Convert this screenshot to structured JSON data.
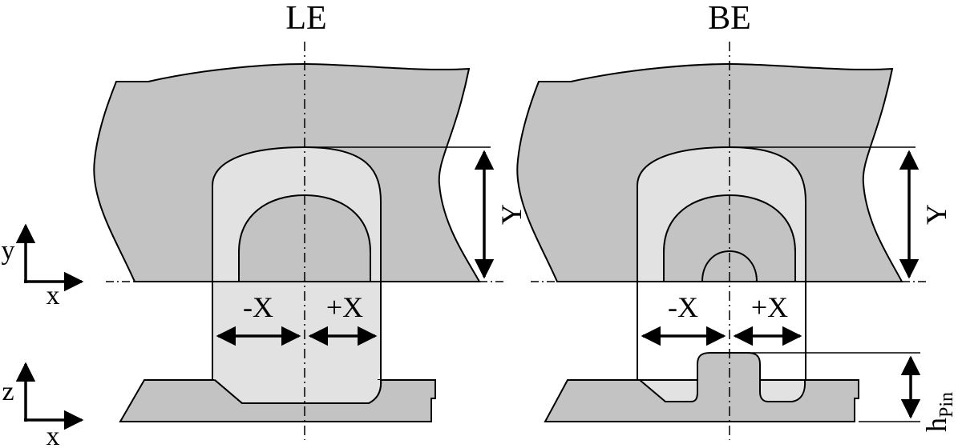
{
  "panels": {
    "left": {
      "title": "LE",
      "x_minus": "-X",
      "x_plus": "+X",
      "y_label": "Y"
    },
    "right": {
      "title": "BE",
      "x_minus": "-X",
      "x_plus": "+X",
      "y_label": "Y",
      "h_label_main": "h",
      "h_label_sub": "Pin"
    }
  },
  "axes": {
    "top": {
      "vertical": "y",
      "horizontal": "x"
    },
    "bottom": {
      "vertical": "z",
      "horizontal": "x"
    }
  },
  "colors": {
    "body_fill": "#c3c3c3",
    "zone_fill": "#e2e2e2",
    "line": "#000000",
    "background": "#ffffff"
  }
}
